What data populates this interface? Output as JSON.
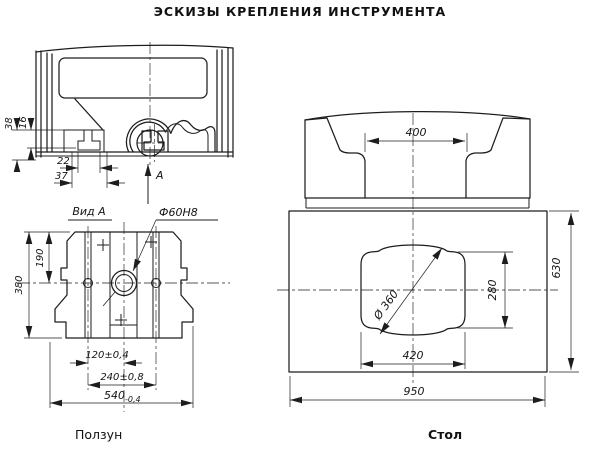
{
  "page": {
    "title": "ЭСКИЗЫ КРЕПЛЕНИЯ ИНСТРУМЕНТА"
  },
  "colors": {
    "ink": "#1d1d1d",
    "paper": "#ffffff"
  },
  "slider_section_view": {
    "dim_38": "38",
    "dim_16": "16",
    "dim_22": "22",
    "dim_37": "37",
    "view_arrow_label": "А"
  },
  "slider_front_view": {
    "view_label": "Вид А",
    "hole_callout": "Ф60Н8",
    "dim_380": "380",
    "dim_190": "190",
    "dim_120": "120±0,4",
    "dim_240": "240±0,8",
    "dim_540": "540",
    "dim_540_tolerance": "-0,4"
  },
  "table_view": {
    "dim_400": "400",
    "dim_630": "630",
    "dim_280": "280",
    "dim_diameter_360": "Ø 360",
    "dim_420": "420",
    "dim_950": "950"
  },
  "captions": {
    "slider": "Ползун",
    "table": "Стол"
  }
}
